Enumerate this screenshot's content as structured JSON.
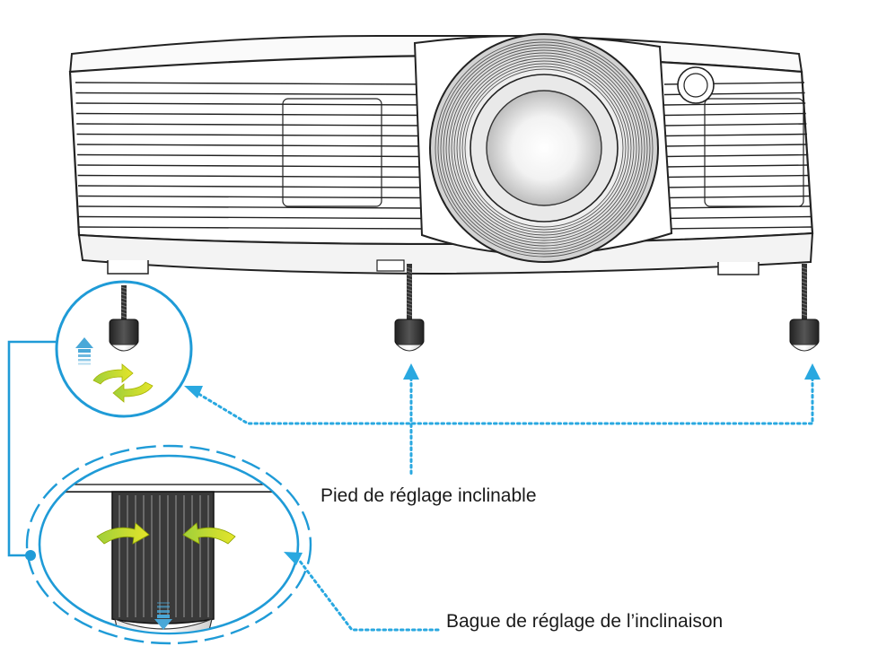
{
  "labels": {
    "tilt_foot": "Pied de réglage inclinable",
    "tilt_ring": "Bague de réglage de l’inclinaison"
  },
  "colors": {
    "callout_line": "#1f9bd7",
    "dotted_arrow": "#29a8e0",
    "rotation_arrow": "#d8e021",
    "up_down_arrow": "#4aa8d8",
    "outline": "#222222"
  },
  "icons": [
    "projector-illustration",
    "lens-icon",
    "ir-sensor-icon",
    "up-arrow-icon",
    "down-arrow-icon",
    "rotate-arrows-icon",
    "tilt-foot-icon"
  ]
}
